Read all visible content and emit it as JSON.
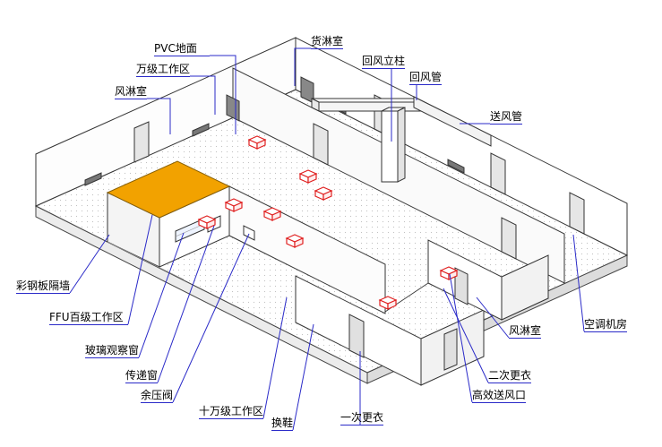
{
  "diagram": {
    "type": "isometric-cleanroom-layout",
    "colors": {
      "leader": "#2a2ac8",
      "highlight": "#f2a200",
      "hepa": "#e02020"
    },
    "labels": {
      "pvc_floor": "PVC地面",
      "cargo_shower": "货淋室",
      "return_air_column": "回风立柱",
      "return_air_duct": "回风管",
      "class_10k_zone": "万级工作区",
      "air_shower_left": "风淋室",
      "supply_air_duct": "送风管",
      "steel_panel_partition": "彩钢板隔墙",
      "ffu_class100_zone": "FFU百级工作区",
      "glass_window": "玻璃观察窗",
      "pass_window": "传递窗",
      "pressure_relief_valve": "余压阀",
      "class_100k_zone": "十万级工作区",
      "shoe_change": "换鞋",
      "first_change": "一次更衣",
      "second_change": "二次更衣",
      "hepa_outlet": "高效送风口",
      "air_shower_right": "风淋室",
      "ac_room": "空调机房"
    }
  }
}
